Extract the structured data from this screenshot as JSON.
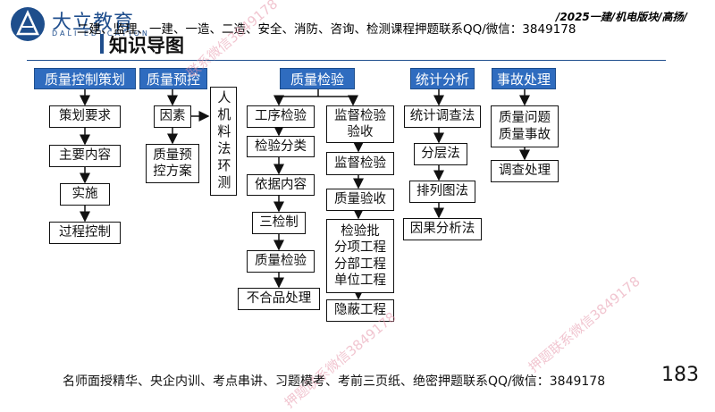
{
  "branding": {
    "logo_text": "大立教育",
    "logo_sub": "DALI EDUCATION"
  },
  "top_banner": "二建、监理、一建、一造、二造、安全、消防、咨询、检测课程押题联系QQ/微信：3849178",
  "top_right": "/2025一建/机电版块/高扬/",
  "page_title": "知识导图",
  "columns": {
    "c1": {
      "header": "质量控制策划",
      "items": [
        "策划要求",
        "主要内容",
        "实施",
        "过程控制"
      ]
    },
    "c2": {
      "header": "质量预控",
      "factor": "因素",
      "plan": "质量预\n控方案",
      "elements": "人机料法环测"
    },
    "c3": {
      "header": "质量检验",
      "left": [
        "工序检验",
        "检验分类",
        "依据内容",
        "三检制",
        "质量检验",
        "不合品处理"
      ],
      "right": [
        "监督检验\n验收",
        "监督检验",
        "质量验收",
        "检验批\n分项工程\n分部工程\n单位工程",
        "隐蔽工程"
      ]
    },
    "c4": {
      "header": "统计分析",
      "items": [
        "统计调查法",
        "分层法",
        "排列图法",
        "因果分析法"
      ]
    },
    "c5": {
      "header": "事故处理",
      "items": [
        "质量问题\n质量事故",
        "调查处理"
      ]
    }
  },
  "footer": "名师面授精华、央企内训、考点串讲、习题模考、考前三页纸、绝密押题联系QQ/微信：3849178",
  "page_number": "183",
  "watermarks": [
    "联系微信3849178",
    "押题联系微信3849178",
    "押题联系微信3849178"
  ],
  "colors": {
    "header_bg": "#2f6cbf",
    "brand": "#1f4e8d"
  }
}
